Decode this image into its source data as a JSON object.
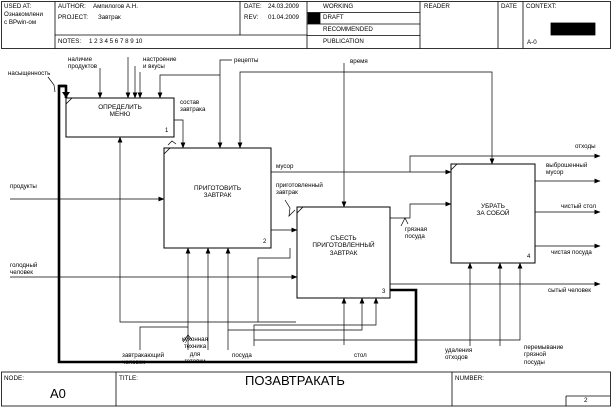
{
  "header": {
    "used_at_label": "USED AT:",
    "used_at_value_1": "Ознакомлени",
    "used_at_value_2": "с BPwin-ом",
    "author_label": "AUTHOR:",
    "author_value": "Ампилогов А.Н.",
    "project_label": "PROJECT:",
    "project_value": "Завтрак",
    "date_label": "DATE:",
    "date_value": "24.03.2009",
    "rev_label": "REV:",
    "rev_value": "01.04.2009",
    "notes_label": "NOTES:",
    "notes_values": "1  2  3  4  5  6  7  8  9  10",
    "status_working": "WORKING",
    "status_draft": "DRAFT",
    "status_recommended": "RECOMMENDED",
    "status_publication": "PUBLICATION",
    "reader_label": "READER",
    "reader_date_label": "DATE",
    "context_label": "CONTEXT:",
    "context_node": "A-0"
  },
  "blocks": [
    {
      "id": "1",
      "line1": "ОПРЕДЕЛИТЬ",
      "line2": "МЕНЮ",
      "number": "1"
    },
    {
      "id": "2",
      "line1": "ПРИГОТОВИТЬ",
      "line2": "ЗАВТРАК",
      "number": "2"
    },
    {
      "id": "3",
      "line1": "СЪЕСТЬ",
      "line2": "ПРИГОТОВЛЕННЫЙ",
      "line3": "ЗАВТРАК",
      "number": "3"
    },
    {
      "id": "4",
      "line1": "УБРАТЬ",
      "line2": "ЗА СОБОЙ",
      "number": "4"
    }
  ],
  "arrows": {
    "nasyshchennost": "насыщенность",
    "nalichie_1": "наличие",
    "nalichie_2": "продуктов",
    "nastroenie_1": "настроение",
    "nastroenie_2": "и вкусы",
    "recepty": "рецепты",
    "vremya": "время",
    "sostav_1": "состав",
    "sostav_2": "завтрака",
    "produkty": "продукты",
    "golodny_1": "голодный",
    "golodny_2": "человек",
    "musor": "мусор",
    "prigotovlenny_1": "приготовленный",
    "prigotovlenny_2": "завтрак",
    "gryaznaya_1": "грязная",
    "gryaznaya_2": "посуда",
    "othody": "отходы",
    "vybroshenny_1": "выброшенный",
    "vybroshenny_2": "мусор",
    "chisty_stol": "чистый стол",
    "chistaya_posuda": "чистая посуда",
    "syty": "сытый человек",
    "zavtrakayushchy_1": "завтракающий",
    "zavtrakayushchy_2": "человек",
    "kuhonnaya_1": "кухонная",
    "kuhonnaya_2": "техника",
    "kuhonnaya_3": "для",
    "kuhonnaya_4": "готовки",
    "posuda": "посуда",
    "stol": "стол",
    "udaleniya_1": "удаления",
    "udaleniya_2": "отходов",
    "peremyvanie_1": "перемывание",
    "peremyvanie_2": "грязной",
    "peremyvanie_3": "посуды"
  },
  "footer": {
    "node_label": "NODE:",
    "node_value": "A0",
    "title_label": "TITLE:",
    "title_value": "ПОЗАВТРАКАТЬ",
    "number_label": "NUMBER:",
    "page_number": "2"
  }
}
